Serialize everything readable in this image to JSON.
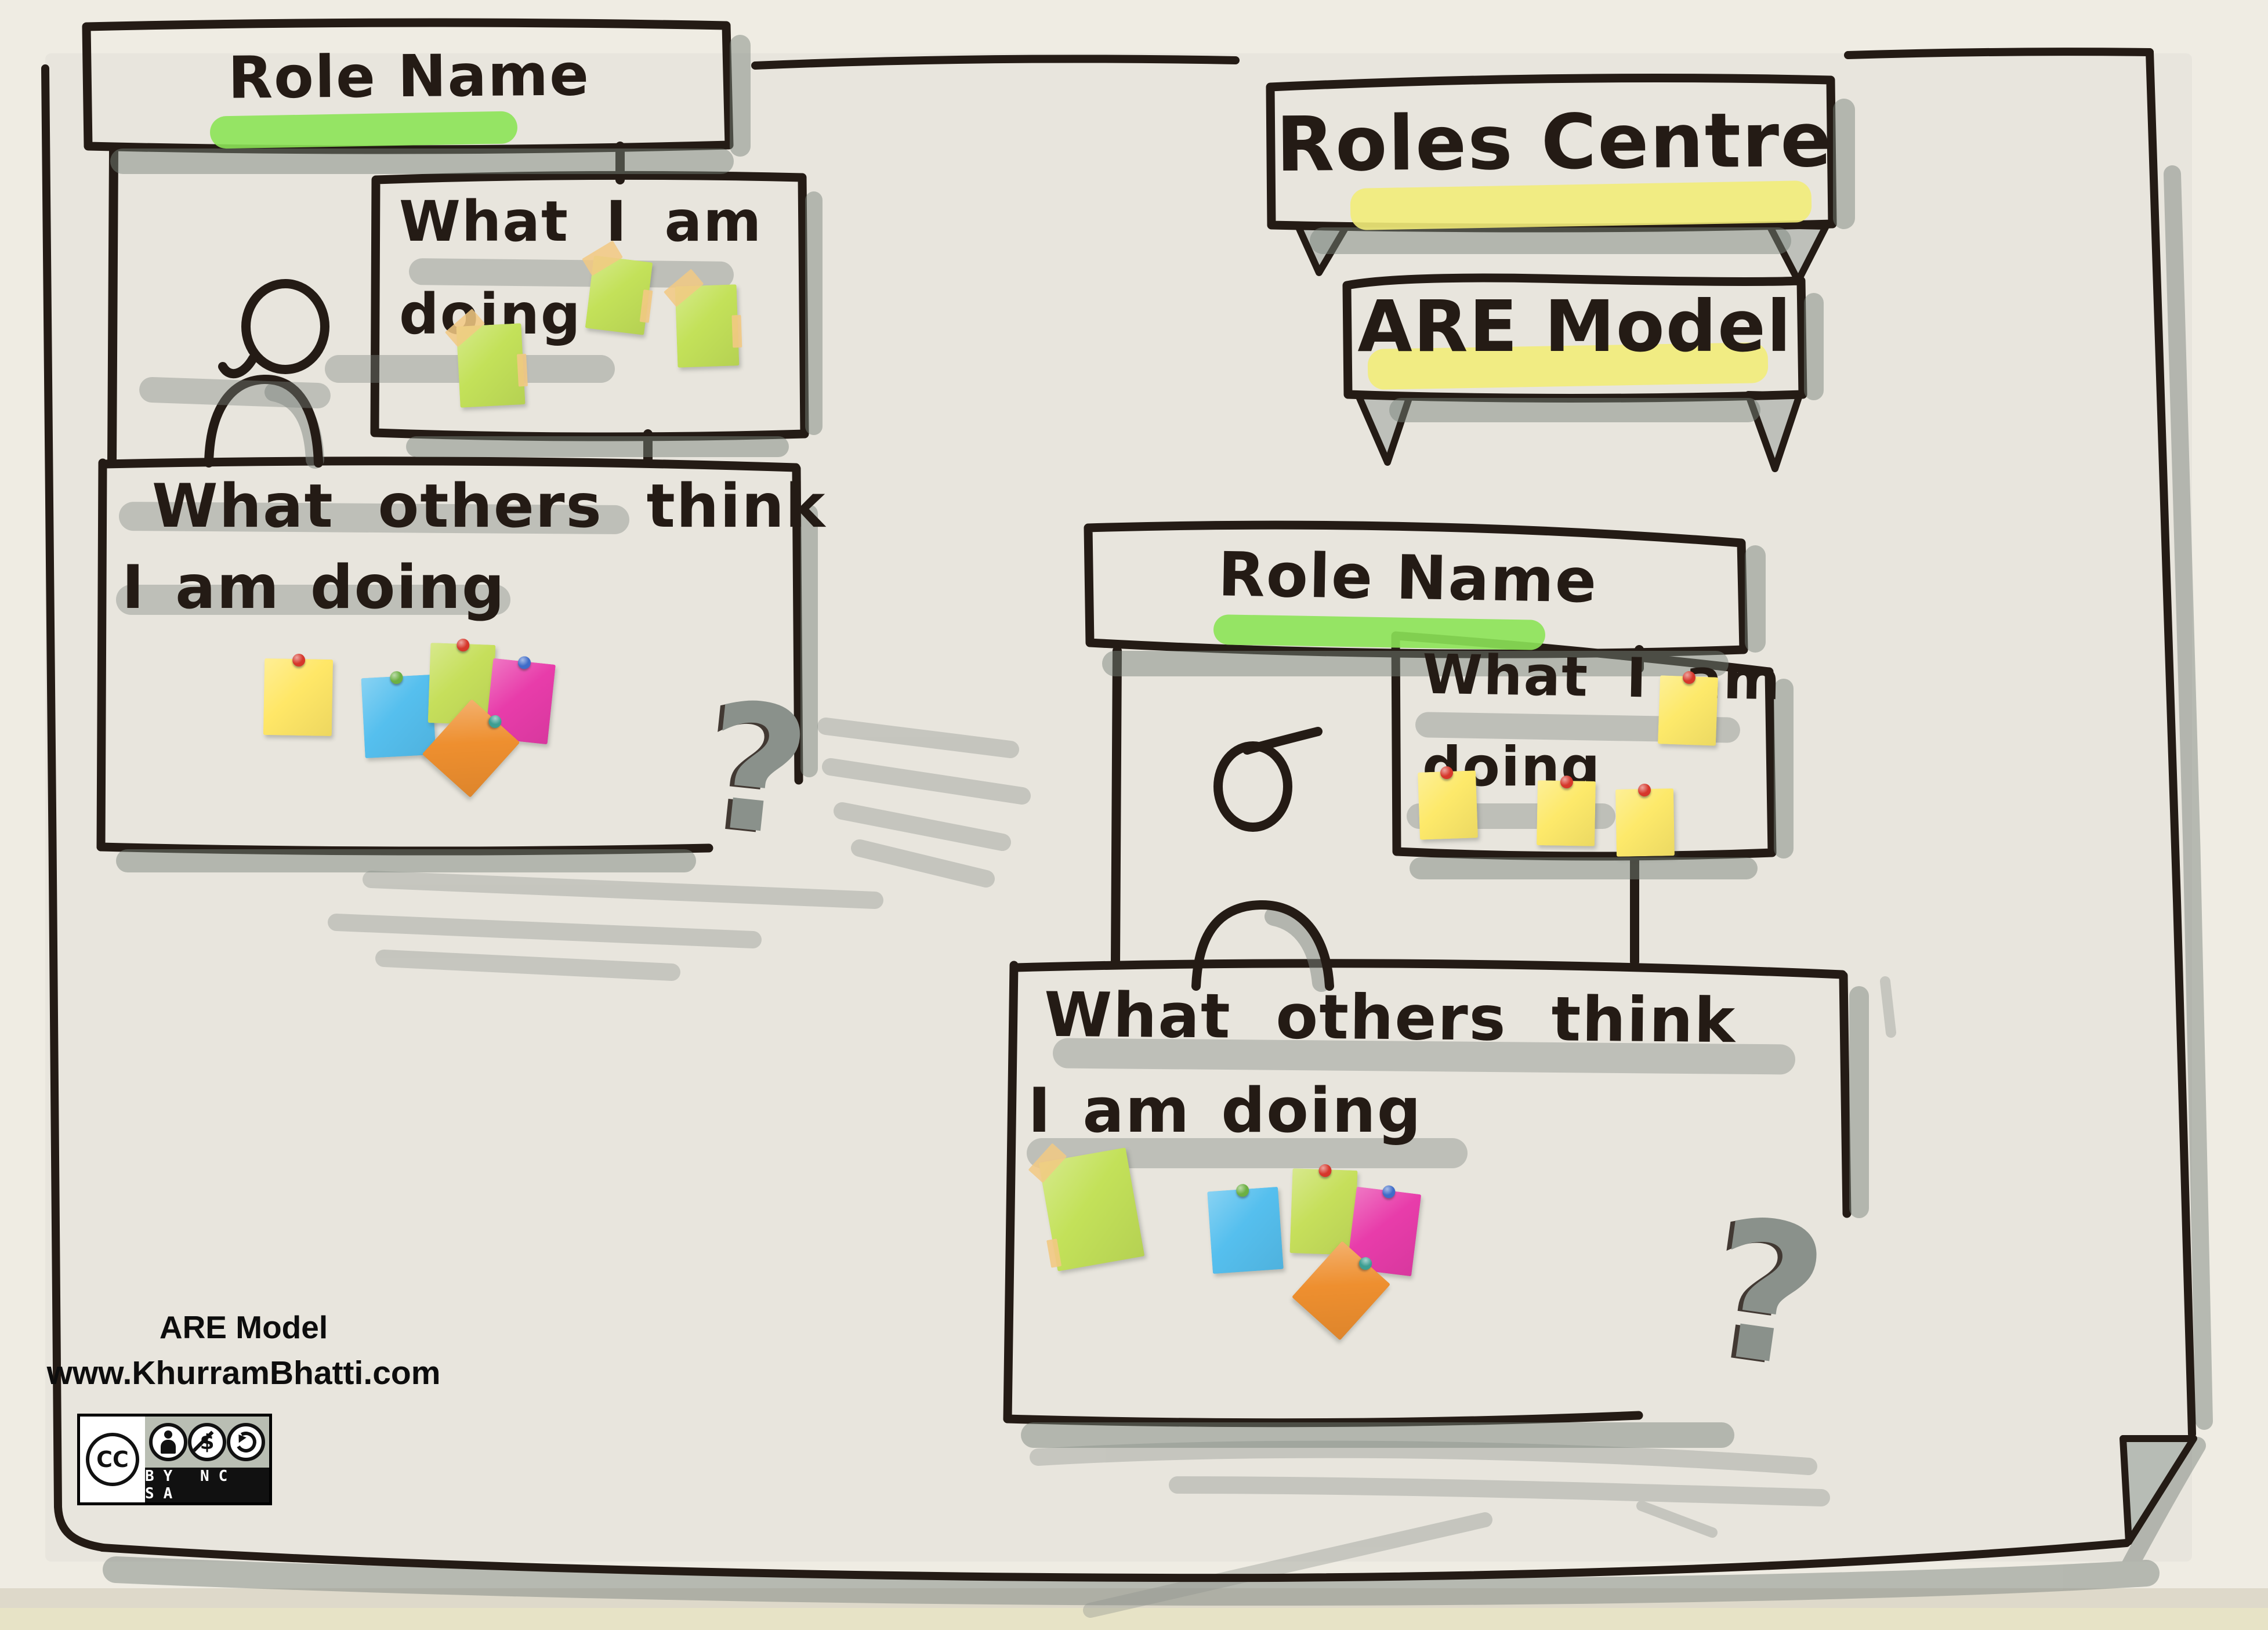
{
  "canvas": {
    "paper": "#e8e5dd",
    "ink": "#241b15",
    "marker_gray": "#7d857f",
    "highlight_green": "#8ce357",
    "highlight_yellow": "#f2ec79"
  },
  "banners": {
    "roles_centre": {
      "label": "Roles Centre"
    },
    "are_model": {
      "label": "ARE Model"
    }
  },
  "left_role": {
    "name": {
      "label": "Role Name"
    },
    "doing": {
      "line1": "What I am",
      "line2": "doing",
      "notes": [
        {
          "color": "#c3e159",
          "attachment": "tape",
          "tape_color": "#f0c higher"
        },
        {
          "color": "#c3e159",
          "attachment": "tape",
          "tape_color": "#f2c983"
        },
        {
          "color": "#c3e159",
          "attachment": "tape",
          "tape_color": "#f2c983"
        }
      ]
    },
    "others": {
      "line1": "What others think",
      "line2": "I am doing",
      "question_mark": "?",
      "notes": [
        {
          "color": "#ffe767",
          "pin": "#d6372b"
        },
        {
          "color": "#55bfee",
          "pin": "#6cb043"
        },
        {
          "color": "#c6df5b",
          "pin": "#d6372b"
        },
        {
          "color": "#e83caa",
          "pin": "#3f6cc9"
        },
        {
          "color": "#ee8f2f",
          "pin": "#3c9e92"
        }
      ]
    }
  },
  "right_role": {
    "name": {
      "label": "Role Name"
    },
    "doing": {
      "line1": "What I am",
      "line2": "doing",
      "notes": [
        {
          "color": "#fde96a",
          "pin": "#d6372b"
        },
        {
          "color": "#fde96a",
          "pin": "#d6372b"
        },
        {
          "color": "#fde96a",
          "pin": "#d6372b"
        },
        {
          "color": "#fde96a",
          "pin": "#d6372b"
        }
      ]
    },
    "others": {
      "line1": "What others think",
      "line2": "I am doing",
      "question_mark": "?",
      "notes": [
        {
          "color": "#c3e159",
          "attachment": "tape",
          "tape_color": "#f2c983"
        },
        {
          "color": "#55bfee",
          "pin": "#6cb043"
        },
        {
          "color": "#c6df5b",
          "pin": "#d6372b"
        },
        {
          "color": "#e83caa",
          "pin": "#3f6cc9"
        },
        {
          "color": "#ee8f2f",
          "pin": "#3c9e92"
        }
      ]
    }
  },
  "footer": {
    "title": "ARE Model",
    "website": "www.KhurramBhatti.com",
    "license": {
      "name": "CC",
      "terms": "BY NC SA",
      "icons": [
        "cc-icon",
        "attribution-person-icon",
        "non-commercial-icon",
        "share-alike-icon"
      ]
    }
  }
}
